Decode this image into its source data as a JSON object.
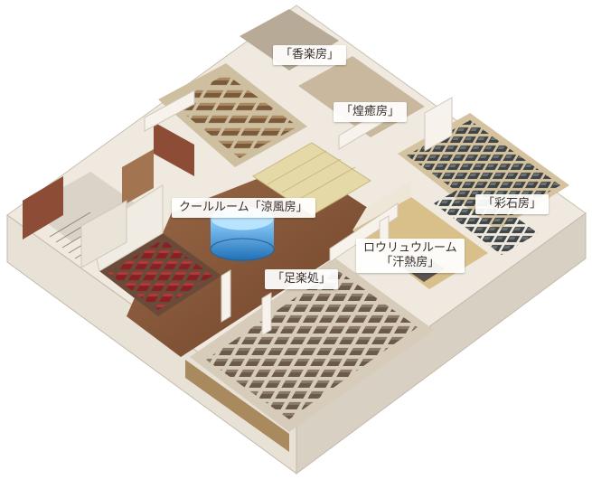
{
  "floor_plan": {
    "rooms": [
      {
        "id": "kouraku",
        "label": "「香楽房」"
      },
      {
        "id": "kouyu",
        "label": "「煌癒房」"
      },
      {
        "id": "saiseki",
        "label": "「彩石房」"
      },
      {
        "id": "cool_room",
        "label": "クールルーム「涼風房」"
      },
      {
        "id": "lowryu_room",
        "label_line1": "ロウリュウルーム",
        "label_line2": "「汗熱房」"
      },
      {
        "id": "ashiraku",
        "label": "「足楽処」"
      }
    ],
    "colors": {
      "floor_wood": "#8a5a3c",
      "wall_white": "#f4f0e8",
      "wall_shadow": "#d6cfc2",
      "carpet_red": "#7e1e22",
      "tatami": "#e6d9a8",
      "stone_tile": "#4b4f50",
      "water_blue": "#3a8fd0"
    }
  }
}
